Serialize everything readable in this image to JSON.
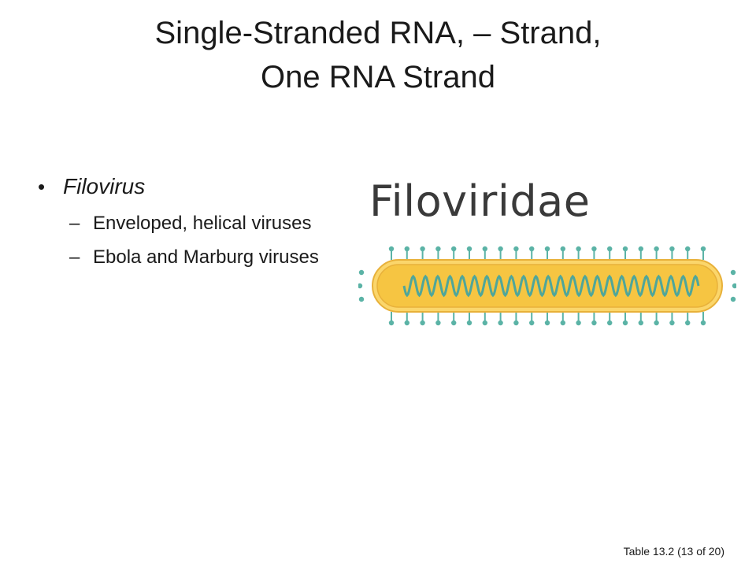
{
  "slide": {
    "title_line1": "Single-Stranded RNA, – Strand,",
    "title_line2": "One RNA Strand",
    "bullet": {
      "marker": "•",
      "label": "Filovirus",
      "subitems": [
        {
          "dash": "–",
          "text": "Enveloped, helical viruses"
        },
        {
          "dash": "–",
          "text": "Ebola and Marburg viruses"
        }
      ]
    },
    "figure": {
      "label": "Filoviridae",
      "colors": {
        "capsule_fill": "#F6C542",
        "capsule_stroke": "#E8B13A",
        "envelope_outer": "#FBD66B",
        "genome_wave": "#4FA69A",
        "spike": "#5BB3A6"
      }
    },
    "caption": "Table 13.2 (13 of 20)"
  }
}
